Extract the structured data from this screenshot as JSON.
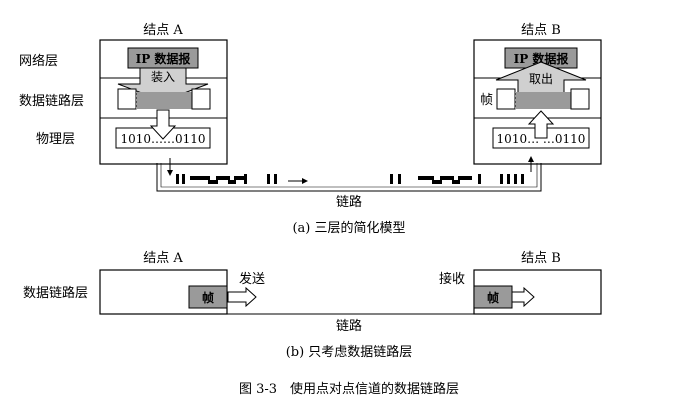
{
  "part_a": {
    "node_a_title": "结点 A",
    "node_b_title": "结点 B",
    "layer_network": "网络层",
    "layer_datalink": "数据链路层",
    "layer_physical": "物理层",
    "ip_datagram_a": "IP 数据报",
    "ip_datagram_b": "IP 数据报",
    "encapsulate_label": "装入",
    "extract_label": "取出",
    "frame_label_b": "帧",
    "bits_a": "1010……0110",
    "bits_b": "1010… …0110",
    "link_label": "链路",
    "caption": "(a) 三层的简化模型"
  },
  "part_b": {
    "node_a_title": "结点 A",
    "node_b_title": "结点 B",
    "layer_datalink": "数据链路层",
    "frame_a": "帧",
    "frame_b": "帧",
    "send_label": "发送",
    "receive_label": "接收",
    "link_label": "链路",
    "caption": "(b) 只考虑数据链路层"
  },
  "figure_caption": "图 3-3　使用点对点信道的数据链路层",
  "colors": {
    "gray_fill": "#9a9a9a",
    "light_fill": "#d9d9d9",
    "line": "#000000"
  }
}
